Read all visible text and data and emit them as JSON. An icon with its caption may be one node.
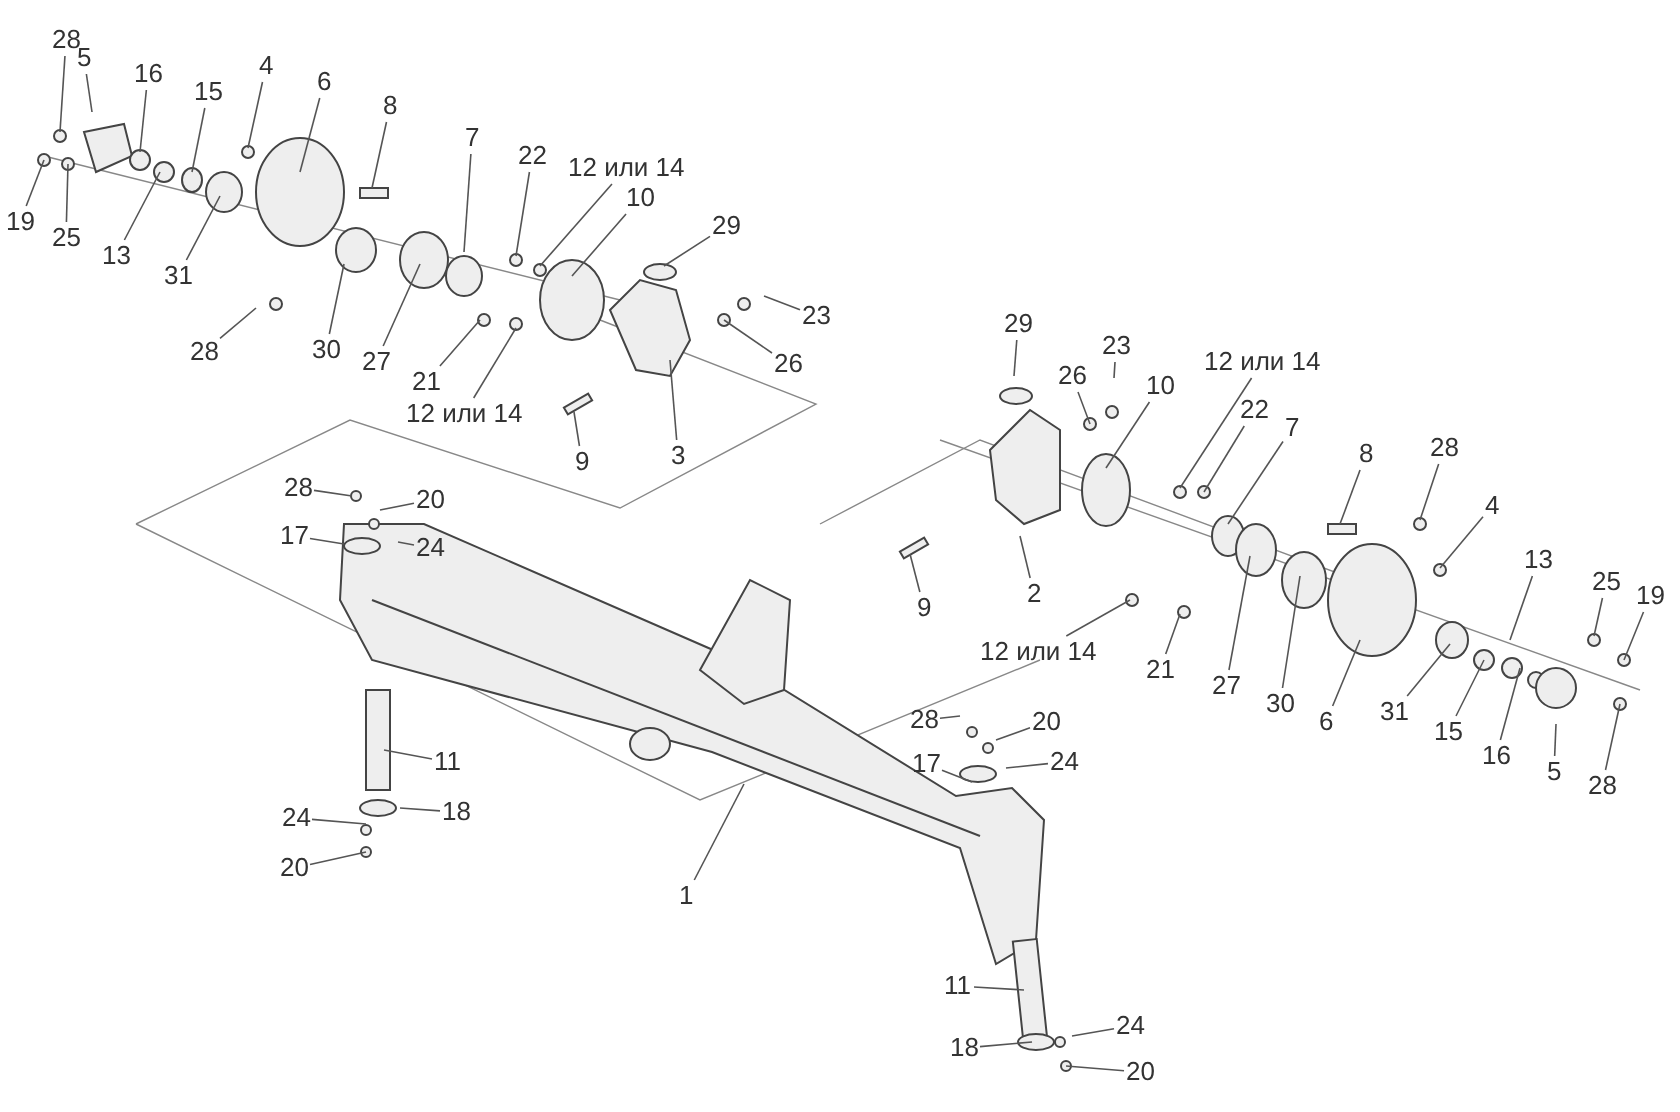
{
  "diagram": {
    "nodes": [
      {
        "text": [
          "28"
        ]
      },
      {
        "text": [
          "5"
        ]
      },
      {
        "text": [
          "16"
        ]
      },
      {
        "text": [
          "15"
        ]
      },
      {
        "text": [
          "4"
        ]
      },
      {
        "text": [
          "6"
        ]
      },
      {
        "text": [
          "8"
        ]
      },
      {
        "text": [
          "7"
        ]
      },
      {
        "text": [
          "22"
        ]
      },
      {
        "text": [
          "12 или 14"
        ]
      },
      {
        "text": [
          "10"
        ]
      },
      {
        "text": [
          "29"
        ]
      },
      {
        "text": [
          "19"
        ]
      },
      {
        "text": [
          "25"
        ]
      },
      {
        "text": [
          "13"
        ]
      },
      {
        "text": [
          "31"
        ]
      },
      {
        "text": [
          "28"
        ]
      },
      {
        "text": [
          "30"
        ]
      },
      {
        "text": [
          "27"
        ]
      },
      {
        "text": [
          "21"
        ]
      },
      {
        "text": [
          "12 или 14"
        ]
      },
      {
        "text": [
          "23"
        ]
      },
      {
        "text": [
          "26"
        ]
      },
      {
        "text": [
          "9"
        ]
      },
      {
        "text": [
          "3"
        ]
      },
      {
        "text": [
          "29"
        ]
      },
      {
        "text": [
          "26"
        ]
      },
      {
        "text": [
          "23"
        ]
      },
      {
        "text": [
          "10"
        ]
      },
      {
        "text": [
          "12 или 14"
        ]
      },
      {
        "text": [
          "22"
        ]
      },
      {
        "text": [
          "7"
        ]
      },
      {
        "text": [
          "8"
        ]
      },
      {
        "text": [
          "28"
        ]
      },
      {
        "text": [
          "4"
        ]
      },
      {
        "text": [
          "13"
        ]
      },
      {
        "text": [
          "25"
        ]
      },
      {
        "text": [
          "19"
        ]
      },
      {
        "text": [
          "9"
        ]
      },
      {
        "text": [
          "2"
        ]
      },
      {
        "text": [
          "12 или 14"
        ]
      },
      {
        "text": [
          "21"
        ]
      },
      {
        "text": [
          "27"
        ]
      },
      {
        "text": [
          "30"
        ]
      },
      {
        "text": [
          "6"
        ]
      },
      {
        "text": [
          "31"
        ]
      },
      {
        "text": [
          "15"
        ]
      },
      {
        "text": [
          "16"
        ]
      },
      {
        "text": [
          "5"
        ]
      },
      {
        "text": [
          "28"
        ]
      },
      {
        "text": [
          "28"
        ]
      },
      {
        "text": [
          "20"
        ]
      },
      {
        "text": [
          "17"
        ]
      },
      {
        "text": [
          "24"
        ]
      },
      {
        "text": [
          "11"
        ]
      },
      {
        "text": [
          "18"
        ]
      },
      {
        "text": [
          "24"
        ]
      },
      {
        "text": [
          "20"
        ]
      },
      {
        "text": [
          "1"
        ]
      },
      {
        "text": [
          "28"
        ]
      },
      {
        "text": [
          "20"
        ]
      },
      {
        "text": [
          "17"
        ]
      },
      {
        "text": [
          "24"
        ]
      },
      {
        "text": [
          "11"
        ]
      },
      {
        "text": [
          "18"
        ]
      },
      {
        "text": [
          "24"
        ]
      },
      {
        "text": [
          "20"
        ]
      }
    ],
    "edges": [
      {
        "from": 0,
        "to": null,
        "arrow": "none"
      },
      {
        "from": 1,
        "to": null,
        "arrow": "none"
      },
      {
        "from": 2,
        "to": null,
        "arrow": "none"
      },
      {
        "from": 3,
        "to": null,
        "arrow": "none"
      },
      {
        "from": 4,
        "to": null,
        "arrow": "none"
      },
      {
        "from": 5,
        "to": null,
        "arrow": "none"
      },
      {
        "from": 6,
        "to": null,
        "arrow": "none"
      },
      {
        "from": 7,
        "to": null,
        "arrow": "none"
      },
      {
        "from": 8,
        "to": null,
        "arrow": "none"
      },
      {
        "from": 9,
        "to": null,
        "arrow": "none"
      },
      {
        "from": 10,
        "to": null,
        "arrow": "none"
      },
      {
        "from": 11,
        "to": null,
        "arrow": "none"
      },
      {
        "from": 12,
        "to": null,
        "arrow": "none"
      },
      {
        "from": 13,
        "to": null,
        "arrow": "none"
      },
      {
        "from": 14,
        "to": null,
        "arrow": "none"
      },
      {
        "from": 15,
        "to": null,
        "arrow": "none"
      },
      {
        "from": 16,
        "to": null,
        "arrow": "none"
      },
      {
        "from": 17,
        "to": null,
        "arrow": "none"
      },
      {
        "from": 18,
        "to": null,
        "arrow": "none"
      },
      {
        "from": 19,
        "to": null,
        "arrow": "none"
      },
      {
        "from": 20,
        "to": null,
        "arrow": "none"
      },
      {
        "from": 21,
        "to": null,
        "arrow": "none"
      },
      {
        "from": 22,
        "to": null,
        "arrow": "none"
      },
      {
        "from": 23,
        "to": null,
        "arrow": "none"
      },
      {
        "from": 24,
        "to": null,
        "arrow": "none"
      },
      {
        "from": 25,
        "to": null,
        "arrow": "none"
      },
      {
        "from": 26,
        "to": null,
        "arrow": "none"
      },
      {
        "from": 27,
        "to": null,
        "arrow": "none"
      },
      {
        "from": 28,
        "to": null,
        "arrow": "none"
      },
      {
        "from": 29,
        "to": null,
        "arrow": "none"
      },
      {
        "from": 30,
        "to": null,
        "arrow": "none"
      },
      {
        "from": 31,
        "to": null,
        "arrow": "none"
      },
      {
        "from": 32,
        "to": null,
        "arrow": "none"
      },
      {
        "from": 33,
        "to": null,
        "arrow": "none"
      },
      {
        "from": 34,
        "to": null,
        "arrow": "none"
      },
      {
        "from": 35,
        "to": null,
        "arrow": "none"
      },
      {
        "from": 36,
        "to": null,
        "arrow": "none"
      },
      {
        "from": 37,
        "to": null,
        "arrow": "none"
      },
      {
        "from": 38,
        "to": null,
        "arrow": "none"
      },
      {
        "from": 39,
        "to": null,
        "arrow": "none"
      },
      {
        "from": 40,
        "to": null,
        "arrow": "none"
      },
      {
        "from": 41,
        "to": null,
        "arrow": "none"
      },
      {
        "from": 42,
        "to": null,
        "arrow": "none"
      },
      {
        "from": 43,
        "to": null,
        "arrow": "none"
      },
      {
        "from": 44,
        "to": null,
        "arrow": "none"
      },
      {
        "from": 45,
        "to": null,
        "arrow": "none"
      },
      {
        "from": 46,
        "to": null,
        "arrow": "none"
      },
      {
        "from": 47,
        "to": null,
        "arrow": "none"
      },
      {
        "from": 48,
        "to": null,
        "arrow": "none"
      },
      {
        "from": 49,
        "to": null,
        "arrow": "none"
      },
      {
        "from": 50,
        "to": null,
        "arrow": "none"
      },
      {
        "from": 51,
        "to": null,
        "arrow": "none"
      },
      {
        "from": 52,
        "to": null,
        "arrow": "none"
      },
      {
        "from": 53,
        "to": null,
        "arrow": "none"
      },
      {
        "from": 54,
        "to": null,
        "arrow": "none"
      },
      {
        "from": 55,
        "to": null,
        "arrow": "none"
      },
      {
        "from": 56,
        "to": null,
        "arrow": "none"
      },
      {
        "from": 57,
        "to": null,
        "arrow": "none"
      },
      {
        "from": 58,
        "to": null,
        "arrow": "none"
      },
      {
        "from": 59,
        "to": null,
        "arrow": "none"
      },
      {
        "from": 60,
        "to": null,
        "arrow": "none"
      },
      {
        "from": 61,
        "to": null,
        "arrow": "none"
      },
      {
        "from": 62,
        "to": null,
        "arrow": "none"
      },
      {
        "from": 63,
        "to": null,
        "arrow": "none"
      },
      {
        "from": 64,
        "to": null,
        "arrow": "none"
      },
      {
        "from": 65,
        "to": null,
        "arrow": "none"
      },
      {
        "from": 66,
        "to": null,
        "arrow": "none"
      }
    ]
  }
}
